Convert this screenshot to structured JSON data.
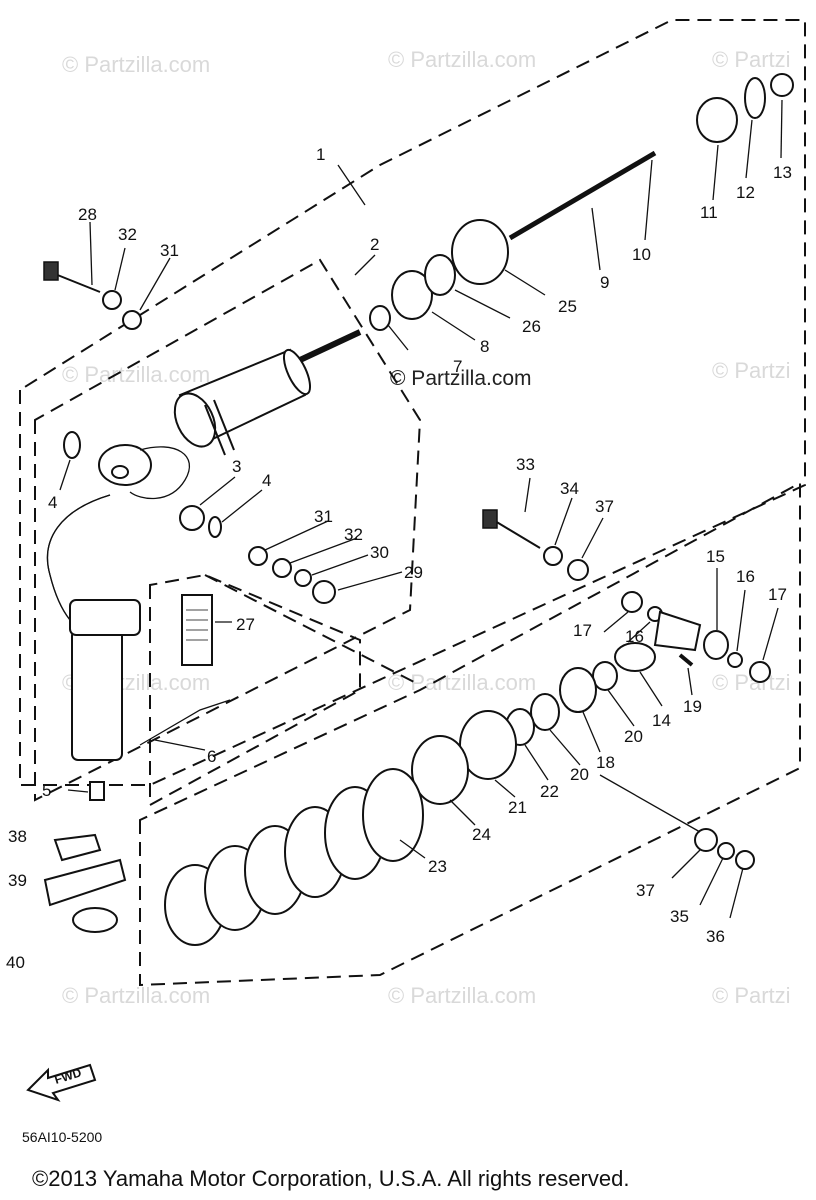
{
  "watermarks": [
    {
      "text": "© Partzilla.com"
    },
    {
      "text": "© Partzilla.com"
    },
    {
      "text": "© Partzi"
    },
    {
      "text": "© Partzilla.com"
    },
    {
      "text": "© Partzi"
    },
    {
      "text": "© Partzilla.com"
    },
    {
      "text": "© Partzilla.com"
    },
    {
      "text": "© Partzi"
    },
    {
      "text": "© Partzilla.com"
    },
    {
      "text": "© Partzilla.com"
    },
    {
      "text": "© Partzi"
    }
  ],
  "center_watermark": "© Partzilla.com",
  "callouts": [
    "1",
    "2",
    "3",
    "4",
    "4",
    "5",
    "6",
    "7",
    "8",
    "9",
    "10",
    "11",
    "12",
    "13",
    "14",
    "15",
    "16",
    "16",
    "17",
    "17",
    "18",
    "19",
    "20",
    "20",
    "21",
    "22",
    "23",
    "24",
    "25",
    "26",
    "27",
    "28",
    "29",
    "30",
    "31",
    "31",
    "32",
    "32",
    "33",
    "34",
    "35",
    "36",
    "37",
    "37",
    "38",
    "39",
    "40"
  ],
  "fwd_label": "FWD",
  "diagram_code": "56AI10-5200",
  "copyright": "©2013  Yamaha Motor Corporation, U.S.A. All rights reserved."
}
